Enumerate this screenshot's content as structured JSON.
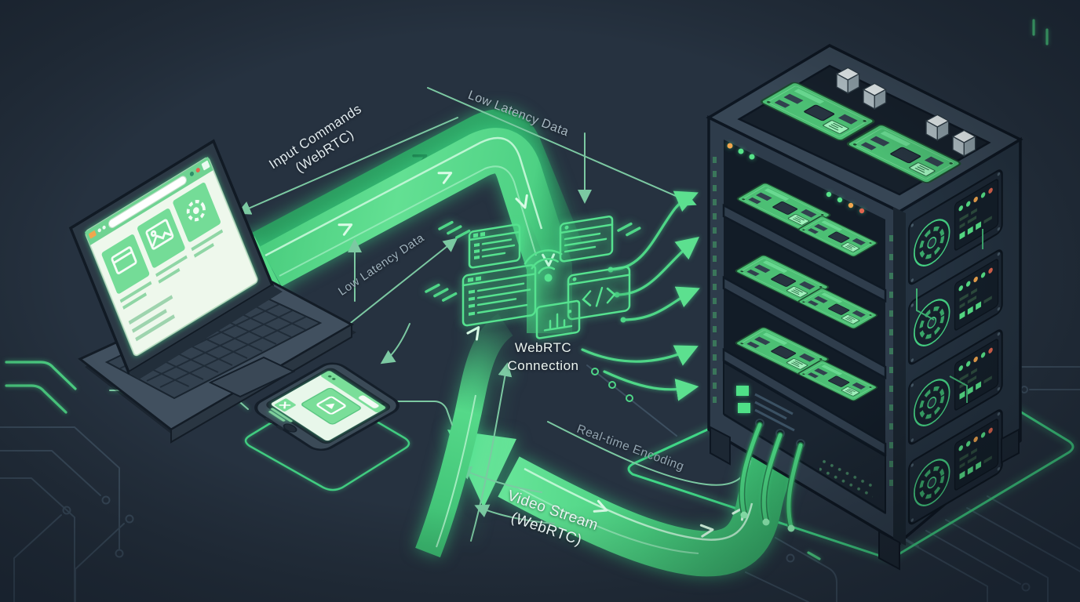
{
  "diagram": {
    "labels": {
      "input_commands_line1": "Input Commands",
      "input_commands_line2": "(WebRTC)",
      "low_latency_top": "Low Latency Data",
      "low_latency_mid": "Low Latency Data",
      "webrtc_connection_line1": "WebRTC",
      "webrtc_connection_line2": "Connection",
      "realtime_encoding": "Real-time Encoding",
      "video_stream_line1": "Video Stream",
      "video_stream_line2": "(WebRTC)"
    },
    "devices": [
      "laptop client",
      "smartphone client",
      "server rack with circuit boards and fans"
    ],
    "icons": [
      "terminal-window-icon",
      "browser-window-icon",
      "code-window-icon",
      "wifi-icon",
      "bar-chart-icon",
      "window-icon",
      "image-icon",
      "gear-icon",
      "video-player-icon",
      "fan-icon",
      "led-indicator",
      "circuit-trace"
    ],
    "colors": {
      "background": "#263240",
      "accent_green": "#3ddc84",
      "band_light": "#8df0b2",
      "band_mid": "#46cd7c",
      "band_dark": "#2a9a5e",
      "line_teal": "#7cc9a2",
      "board_green": "#4cbf74",
      "led_green": "#57e389",
      "led_orange": "#f0a64e",
      "led_red": "#e0654f",
      "label_white": "#e9f3f3",
      "label_gray": "#9bafba"
    }
  }
}
